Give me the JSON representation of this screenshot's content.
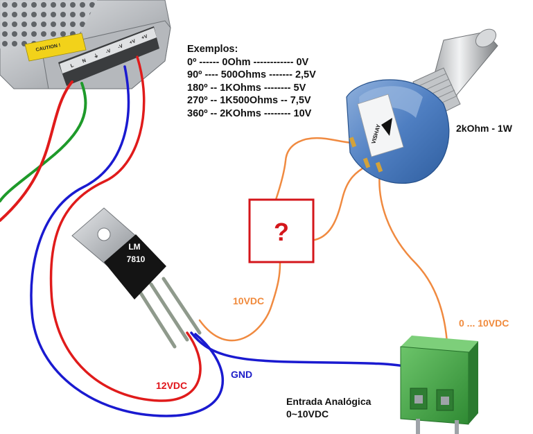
{
  "examples": {
    "title": "Exemplos:",
    "rows": [
      "0º ------ 0Ohm ------------ 0V",
      "90º ---- 500Ohms ------- 2,5V",
      "180º -- 1KOhms -------- 5V",
      "270º -- 1K500Ohms -- 7,5V",
      "360º -- 2KOhms -------- 10V"
    ]
  },
  "potentiometer": {
    "label": "2kOhm - 1W",
    "brand": "VISHAY"
  },
  "regulator": {
    "line1": "LM",
    "line2": "7810"
  },
  "unknown_box": {
    "symbol": "?"
  },
  "labels": {
    "ten_vdc": "10VDC",
    "twelve_vdc": "12VDC",
    "gnd": "GND",
    "zero_to_ten": "0 ... 10VDC",
    "input_line1": "Entrada Analógica",
    "input_line2": "0~10VDC"
  },
  "psu": {
    "caution": "CAUTION !",
    "terminals": [
      "L",
      "N",
      "⏚",
      "-V",
      "-V",
      "+V",
      "+V"
    ]
  },
  "colors": {
    "red_wire": "#e01b1b",
    "blue_wire": "#1a1ad0",
    "green_wire": "#1e9a2a",
    "orange_wire": "#f08a40",
    "box_red": "#d4161b",
    "label_orange": "#f08a3c",
    "label_red": "#e0141a",
    "label_blue": "#1c1cc8",
    "terminal_green": "#4aa84a"
  }
}
